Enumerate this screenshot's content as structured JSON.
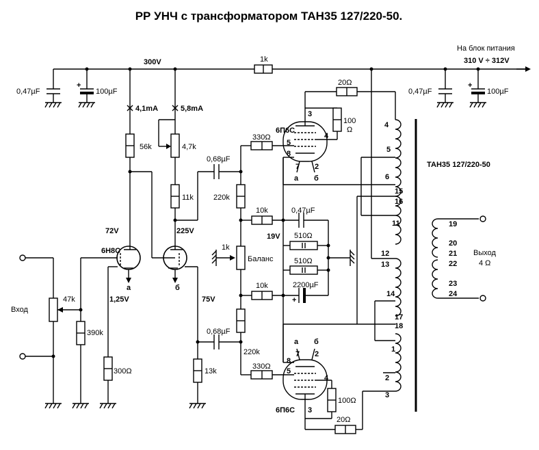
{
  "title": "РР УНЧ с трансформатором ТАН35 127/220-50.",
  "supply": {
    "to_psu": "На блок питания",
    "range": "310 V  ÷  312V",
    "rail_voltage": "300V",
    "series_r": "1k"
  },
  "caps": {
    "c047": "0,47µF",
    "c100": "100µF",
    "c068": "0,68µF",
    "c2200": "2200µF"
  },
  "currents": {
    "i1": "4,1mA",
    "i2": "5,8mA"
  },
  "resistors": {
    "r56k": "56k",
    "r47k_pot": "4,7k",
    "r11k": "11k",
    "r220k": "220k",
    "r13k": "13k",
    "r1k_bal": "1k",
    "r10k": "10k",
    "r510": "510Ω",
    "r330": "330Ω",
    "r20": "20Ω",
    "r100": "100",
    "r100_unit": "Ω",
    "r100b": "100Ω",
    "r47k": "47k",
    "r390k": "390k",
    "r300": "300Ω"
  },
  "tubes": {
    "driver": "6Н8С",
    "out": "6П6С",
    "pin_a": "а",
    "pin_b": "б"
  },
  "voltages": {
    "v72": "72V",
    "v225": "225V",
    "v125": "1,25V",
    "v75": "75V",
    "v19": "19V"
  },
  "labels": {
    "balance": "Баланс",
    "input": "Вход",
    "output": "Выход",
    "output_imp": "4 Ω",
    "transformer": "ТАН35 127/220-50"
  },
  "pins": {
    "p2": "2",
    "p3": "3",
    "p4": "4",
    "p5": "5",
    "p7": "7",
    "p8": "8",
    "t1": "1",
    "t2": "2",
    "t3": "3",
    "t4": "4",
    "t5": "5",
    "t6": "6",
    "t11": "11",
    "t12": "12",
    "t13": "13",
    "t14": "14",
    "t15": "15",
    "t16": "16",
    "t17": "17",
    "t18": "18",
    "t19": "19",
    "t20": "20",
    "t21": "21",
    "t22": "22",
    "t23": "23",
    "t24": "24"
  }
}
